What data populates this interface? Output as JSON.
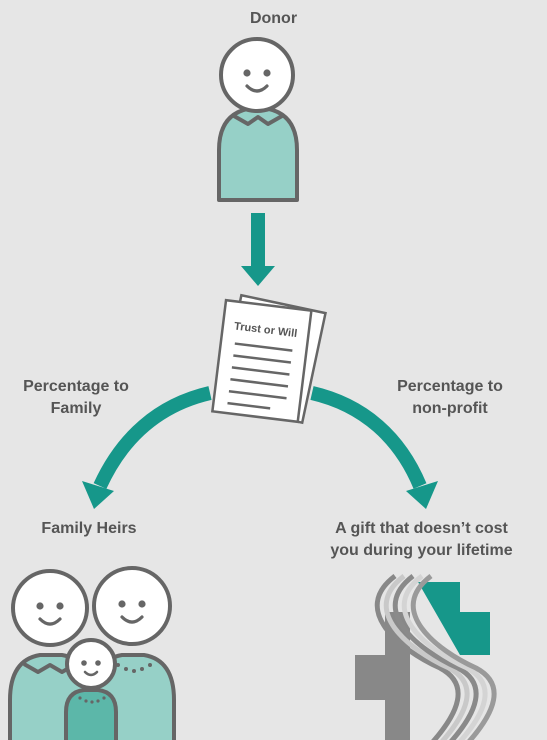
{
  "labels": {
    "donor": "Donor",
    "document": "Trust or Will",
    "left_branch_line1": "Percentage to",
    "left_branch_line2": "Family",
    "right_branch_line1": "Percentage to",
    "right_branch_line2": "non-profit",
    "family": "Family Heirs",
    "gift_line1": "A gift that doesn’t cost",
    "gift_line2": "you during your lifetime"
  },
  "colors": {
    "background": "#e6e6e6",
    "teal": "#16978a",
    "figure_fill": "#96d0c7",
    "outline": "#666666",
    "text": "#555555",
    "logo_gray": "#888888"
  },
  "icons": [
    "donor-person-icon",
    "document-icon",
    "family-icon",
    "nonprofit-logo-icon"
  ]
}
